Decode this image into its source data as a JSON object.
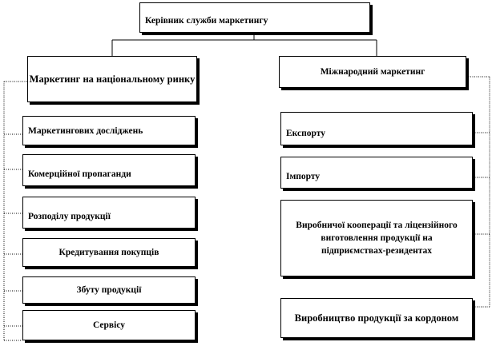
{
  "diagram": {
    "root": {
      "label": "Керівник служби маркетингу"
    },
    "left": {
      "head": "Маркетинг на національному ринку",
      "items": [
        "Маркетингових досліджень",
        "Комерційної пропаганди",
        "Розподілу продукції",
        "Кредитування покупців",
        "Збуту продукції",
        "Сервісу"
      ]
    },
    "right": {
      "head": "Міжнародний маркетинг",
      "items": [
        "Експорту",
        "Імпорту",
        "Виробничої кооперації та ліцензійного виготовлення продукції на підприємствах-резидентах",
        "Виробництво продукції за кордоном"
      ]
    }
  }
}
